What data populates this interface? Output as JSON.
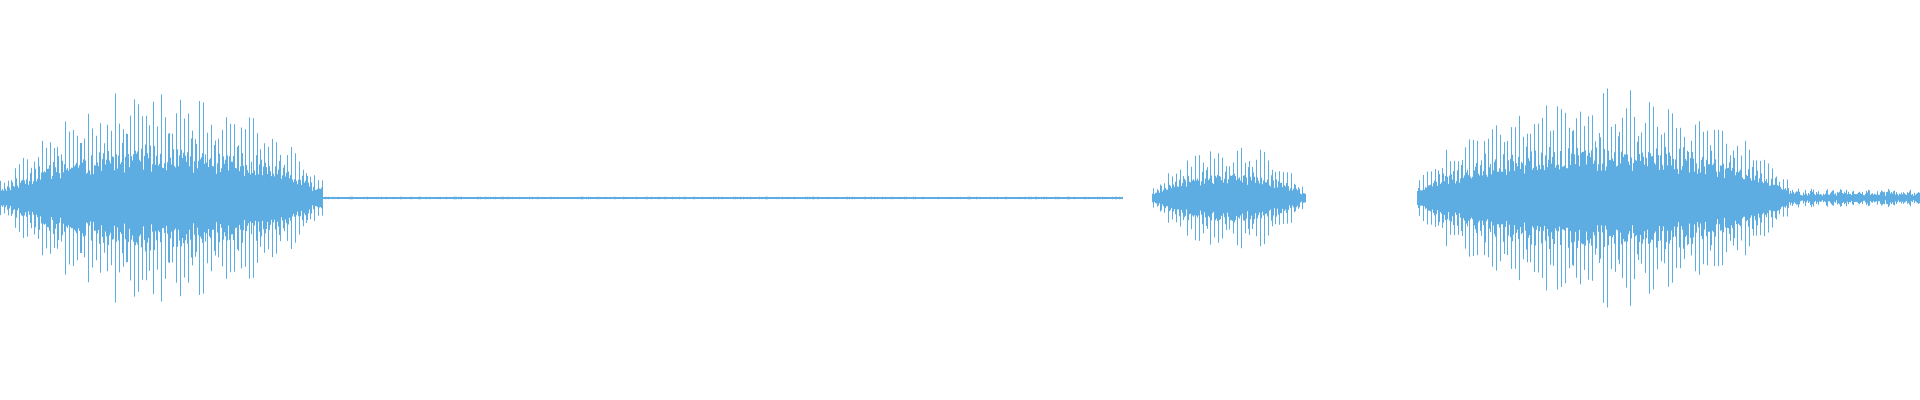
{
  "waveform": {
    "color": "#5dade2",
    "segments": [
      {
        "kind": "speech",
        "start": 0.0,
        "end": 0.168,
        "peak": 0.58,
        "seed": 11
      },
      {
        "kind": "silence",
        "start": 0.168,
        "end": 0.585,
        "peak": 0.008,
        "seed": 3
      },
      {
        "kind": "speech",
        "start": 0.6,
        "end": 0.68,
        "peak": 0.3,
        "seed": 27
      },
      {
        "kind": "speech",
        "start": 0.738,
        "end": 0.932,
        "peak": 0.6,
        "seed": 41
      },
      {
        "kind": "tail",
        "start": 0.932,
        "end": 1.0,
        "peak": 0.06,
        "seed": 59
      }
    ]
  }
}
